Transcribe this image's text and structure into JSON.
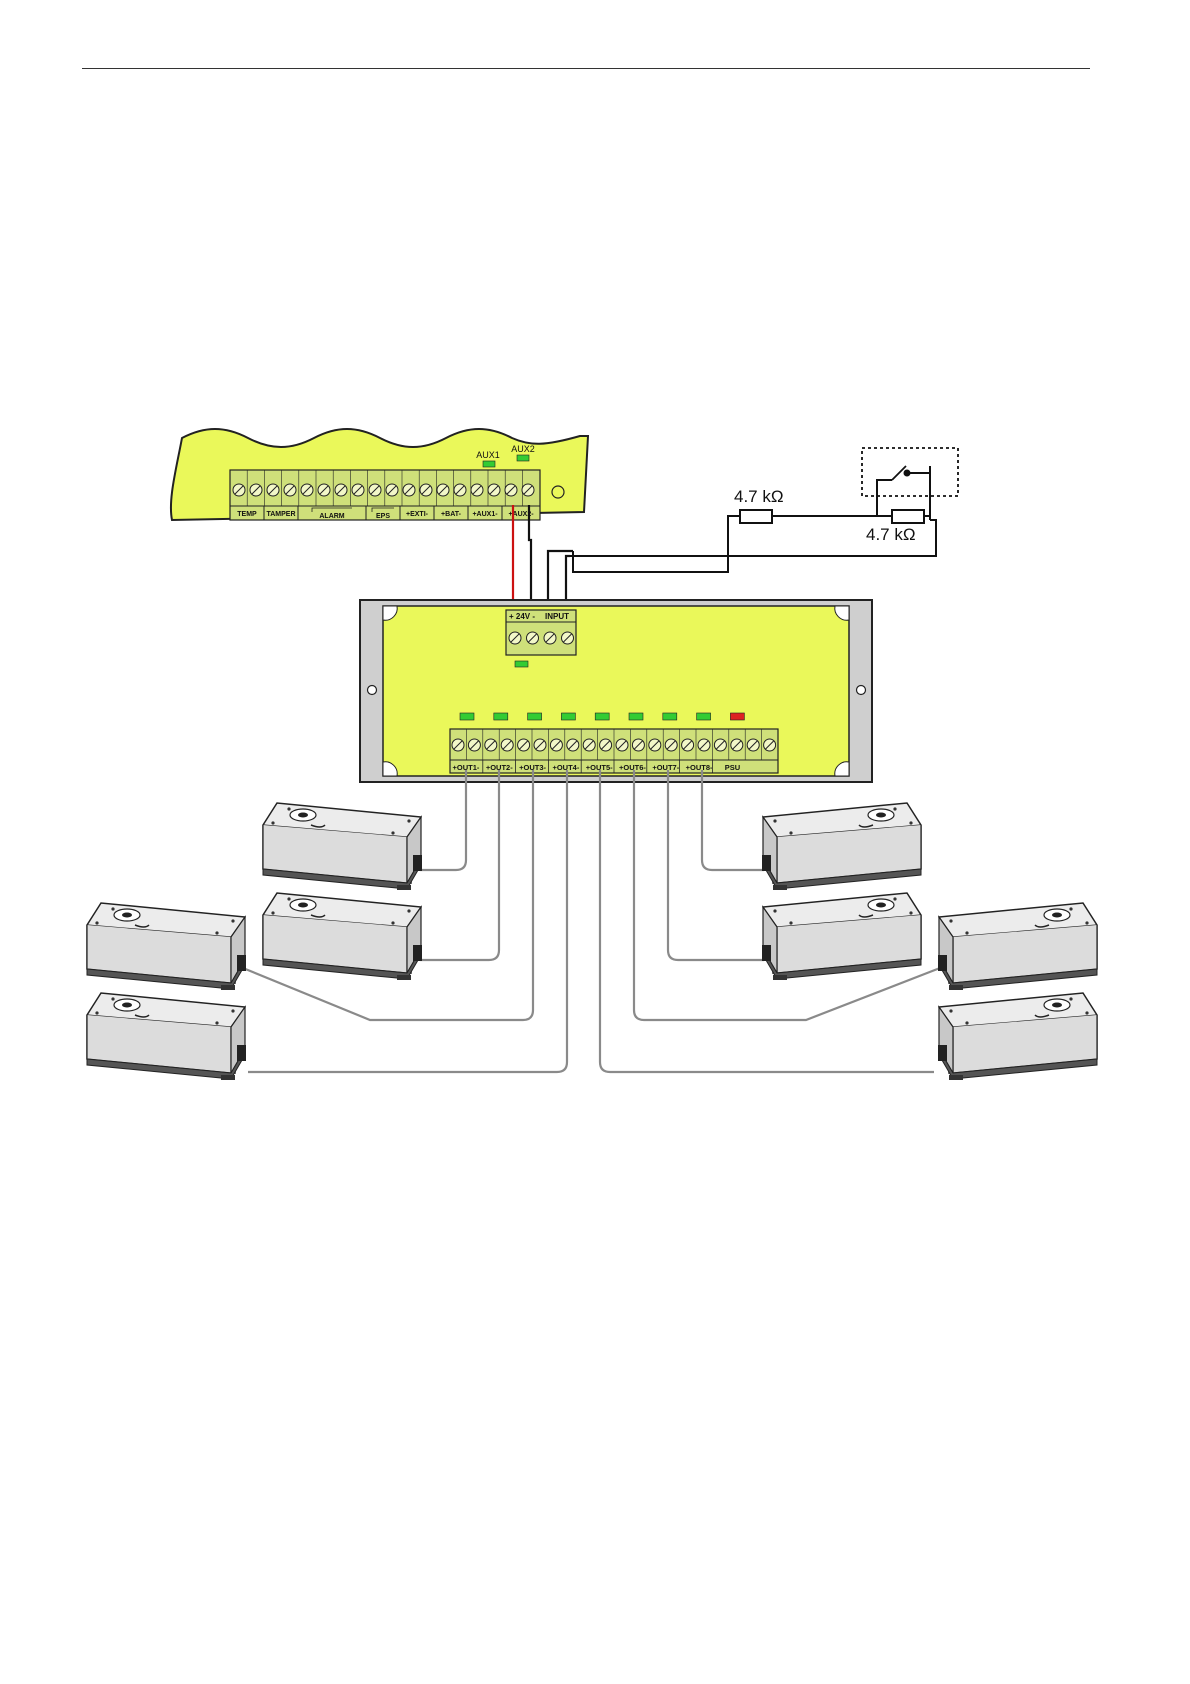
{
  "colors": {
    "board": "#eaf85a",
    "board_outline": "#222222",
    "terminal": "#cfe07a",
    "led_green": "#33cc33",
    "led_red": "#dd2222",
    "wire_red": "#cc1111",
    "wire_black": "#111111",
    "cable_gray": "#8a8a8a",
    "enclosure": "#cfcfcf",
    "device_body": "#e6e6e6"
  },
  "panel": {
    "led_labels": [
      "AUX1",
      "AUX2"
    ],
    "terminal_labels": [
      "TEMP",
      "TAMPER",
      "ALARM",
      "EPS",
      "+EXTI-",
      "+BAT-",
      "+AUX1-",
      "+AUX2-"
    ]
  },
  "module": {
    "input_labels": [
      "+ 24V -",
      "INPUT"
    ],
    "output_labels": [
      "+OUT1-",
      "+OUT2-",
      "+OUT3-",
      "+OUT4-",
      "+OUT5-",
      "+OUT6-",
      "+OUT7-",
      "+OUT8-",
      "PSU"
    ],
    "output_led_states": [
      "green",
      "green",
      "green",
      "green",
      "green",
      "green",
      "green",
      "green",
      "red"
    ]
  },
  "resistors": [
    "4.7 kΩ",
    "4.7 kΩ"
  ],
  "devices": {
    "left_count": 4,
    "right_count": 4,
    "icon": "motor-actuator-icon"
  }
}
